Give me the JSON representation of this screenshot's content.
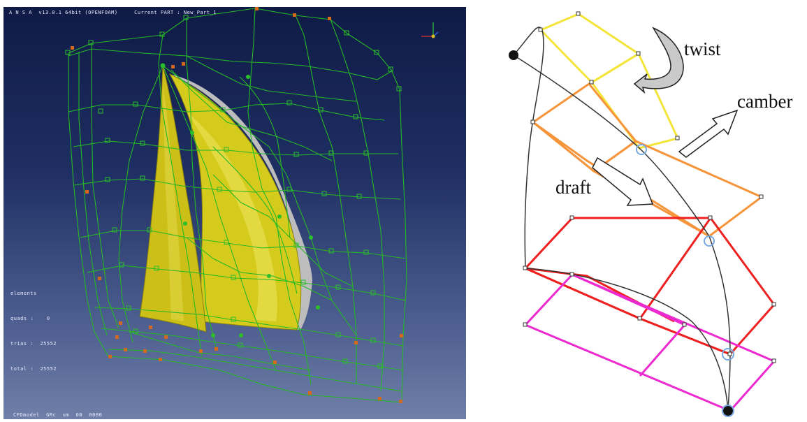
{
  "viewer": {
    "header": "A N S A  v13.0.1 64bit (OPENFOAM)     Current PART : New_Part_1",
    "footer": "CFDmodel  GRc  um  00  0000",
    "stats": {
      "title": "elements",
      "rows": [
        {
          "label": "quads",
          "value": "0"
        },
        {
          "label": "trias",
          "value": "25552"
        },
        {
          "label": "total",
          "value": "25552"
        }
      ]
    },
    "colors": {
      "cage": "#2bbf2b",
      "control_point": "#d2691e",
      "sail": "#d8cf1a",
      "sail_shadow": "#b9b9b9"
    },
    "icons": [
      "axis-triad-icon"
    ]
  },
  "diagram": {
    "labels": {
      "twist": "twist",
      "camber": "camber",
      "draft": "draft"
    },
    "colors": {
      "top_box": "#f3e53a",
      "upper_mid_box": "#f5943a",
      "lower_mid_box": "#ee2020",
      "bottom_box": "#ec2ad0",
      "curve": "#333333",
      "highlight": "#7aa8e0"
    }
  }
}
